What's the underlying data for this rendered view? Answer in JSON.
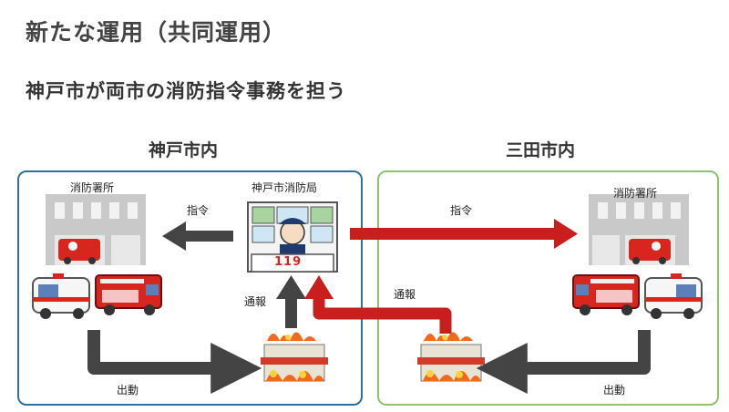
{
  "title": "新たな運用（共同運用）",
  "subtitle": "神戸市が両市の消防指令事務を担う",
  "regions": {
    "kobe": {
      "label": "神戸市内"
    },
    "sanda": {
      "label": "三田市内"
    }
  },
  "kobe": {
    "station_label": "消防署所",
    "hq_label": "神戸市消防局",
    "command_label": "指令",
    "report_label": "通報",
    "dispatch_label": "出動"
  },
  "sanda": {
    "station_label": "消防署所",
    "command_label": "指令",
    "report_label": "通報",
    "dispatch_label": "出動"
  },
  "hq_sign": "119",
  "colors": {
    "kobe_border": "#2f6fa3",
    "sanda_border": "#8cc36b",
    "red_arrow": "#c81e1e",
    "dark_arrow": "#444444"
  }
}
